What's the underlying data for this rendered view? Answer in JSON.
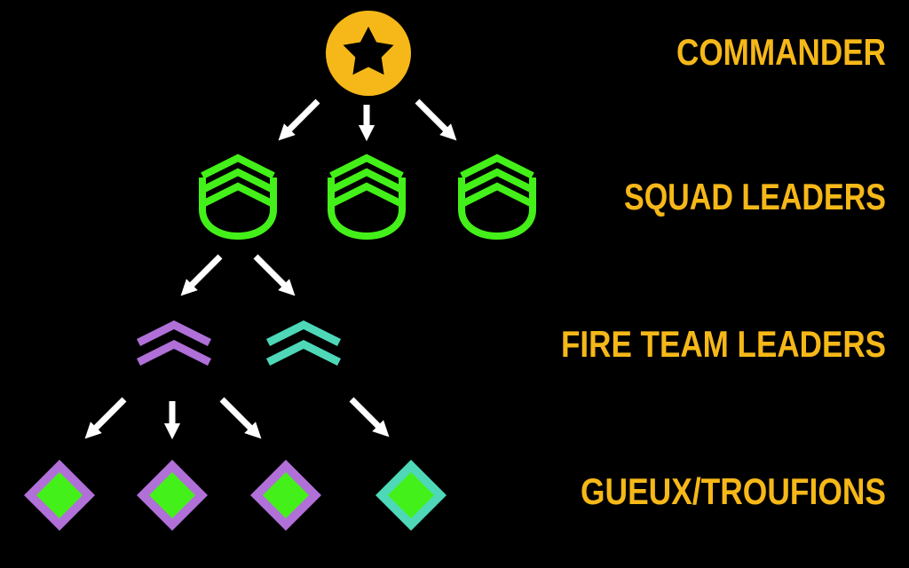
{
  "colors": {
    "background": "#000000",
    "commander": "#F6B818",
    "squad": "#44F019",
    "fireteam_purple": "#B070D8",
    "fireteam_teal": "#4ED8B8",
    "grunt_fill": "#44F019",
    "arrow": "#FFFFFF",
    "label": "#F6B818"
  },
  "levels": [
    {
      "label": "COMMANDER"
    },
    {
      "label": "SQUAD LEADERS"
    },
    {
      "label": "FIRE TEAM LEADERS"
    },
    {
      "label": "GUEUX/TROUFIONS"
    }
  ],
  "icons": {
    "commander": "star-in-circle-icon",
    "squad_leader": "three-chevron-rocker-icon",
    "fire_team_leader": "double-chevron-icon",
    "grunt": "diamond-icon"
  }
}
